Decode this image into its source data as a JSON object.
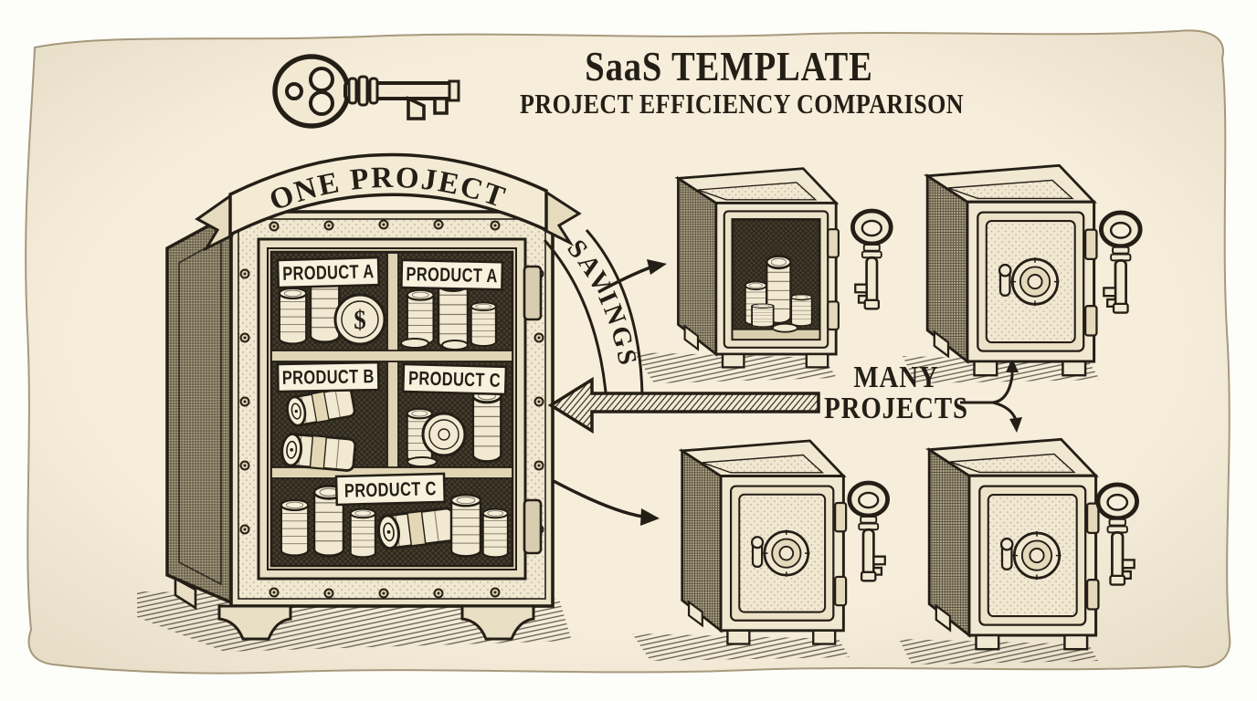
{
  "colors": {
    "paper": "#f6eedb",
    "ink": "#241f16",
    "metal": "#f1e8d2",
    "plaque": "#f8f1dd",
    "interior_dark": "#453e31"
  },
  "title": {
    "line1": "SaaS TEMPLATE",
    "line2": "PROJECT EFFICIENCY COMPARISON"
  },
  "one_project": {
    "banner": "ONE PROJECT",
    "coin_symbol": "$",
    "compartments": [
      {
        "label": "PRODUCT A"
      },
      {
        "label": "PRODUCT A"
      },
      {
        "label": "PRODUCT B"
      },
      {
        "label": "PRODUCT C"
      },
      {
        "label": "PRODUCT C"
      }
    ]
  },
  "flow": {
    "savings": "SAVINGS",
    "many_line1": "MANY",
    "many_line2": "PROJECTS"
  }
}
